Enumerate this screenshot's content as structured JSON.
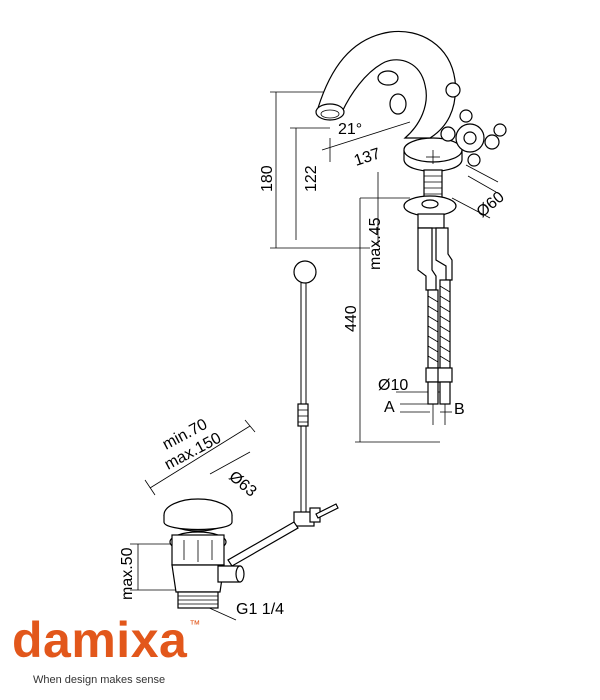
{
  "dimensions": {
    "height_total": "180",
    "height_spout": "122",
    "angle": "21°",
    "reach": "137",
    "base_diameter": "Ø60",
    "max_thickness": "max.45",
    "hose_length": "440",
    "hose_diameter": "Ø10",
    "connection_a": "A",
    "connection_b": "B",
    "waste_min": "min.70",
    "waste_max": "max.150",
    "waste_diameter": "Ø63",
    "waste_height": "max.50",
    "thread": "G1 1/4"
  },
  "brand": {
    "name": "damixa",
    "trademark": "™",
    "tagline": "When design makes sense",
    "color": "#e2571b"
  }
}
